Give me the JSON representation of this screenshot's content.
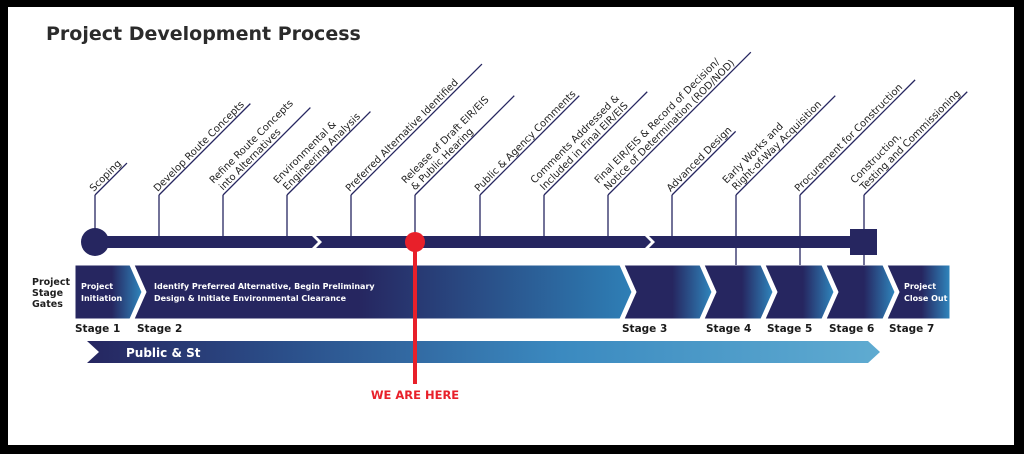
{
  "title": "Project Development Process",
  "colors": {
    "navy": "#262660",
    "blue_light": "#3a8fc4",
    "sky": "#5fabd1",
    "red": "#e8202a",
    "text": "#1f1f1f"
  },
  "milestones": [
    {
      "lines": [
        "Scoping"
      ],
      "stage": 1
    },
    {
      "lines": [
        "Develop Route Concepts"
      ],
      "stage": 2
    },
    {
      "lines": [
        "Refine Route Concepts",
        "into Alternatives"
      ],
      "stage": 2
    },
    {
      "lines": [
        "Environmental &",
        "Engineering Analysis"
      ],
      "stage": 2
    },
    {
      "lines": [
        "Preferred Alternative Identified"
      ],
      "stage": 2
    },
    {
      "lines": [
        "Release of Draft EIR/EIS",
        "& Public Hearing"
      ],
      "stage": 2
    },
    {
      "lines": [
        "Public & Agency Comments"
      ],
      "stage": 2
    },
    {
      "lines": [
        "Comments Addressed &",
        "Included in Final EIR/EIS"
      ],
      "stage": 2
    },
    {
      "lines": [
        "Final EIR/EIS & Record of Decision/",
        "Notice of Determination (ROD/NOD)"
      ],
      "stage": 2
    },
    {
      "lines": [
        "Advanced Design"
      ],
      "stage": 3
    },
    {
      "lines": [
        "Early Works and",
        "Right-of-Way Acquisition"
      ],
      "stage": 4
    },
    {
      "lines": [
        "Procurement for Construction"
      ],
      "stage": 5
    },
    {
      "lines": [
        "Construction,",
        "Testing and Commissioning"
      ],
      "stage": 6
    }
  ],
  "current_position": {
    "between_milestones": [
      5,
      5
    ],
    "label": "WE ARE HERE"
  },
  "stage_gates_label": [
    "Project",
    "Stage",
    "Gates"
  ],
  "stages": [
    {
      "name": "Stage 1",
      "text": [
        "Project",
        "Initiation"
      ]
    },
    {
      "name": "Stage 2",
      "text": [
        "Identify Preferred Alternative, Begin Preliminary",
        "Design & Initiate Environmental Clearance"
      ]
    },
    {
      "name": "Stage 3",
      "text": []
    },
    {
      "name": "Stage 4",
      "text": []
    },
    {
      "name": "Stage 5",
      "text": []
    },
    {
      "name": "Stage 6",
      "text": []
    },
    {
      "name": "Stage 7",
      "text": [
        "Project",
        "Close Out"
      ]
    }
  ],
  "public_bar": {
    "label": "Public & St"
  }
}
